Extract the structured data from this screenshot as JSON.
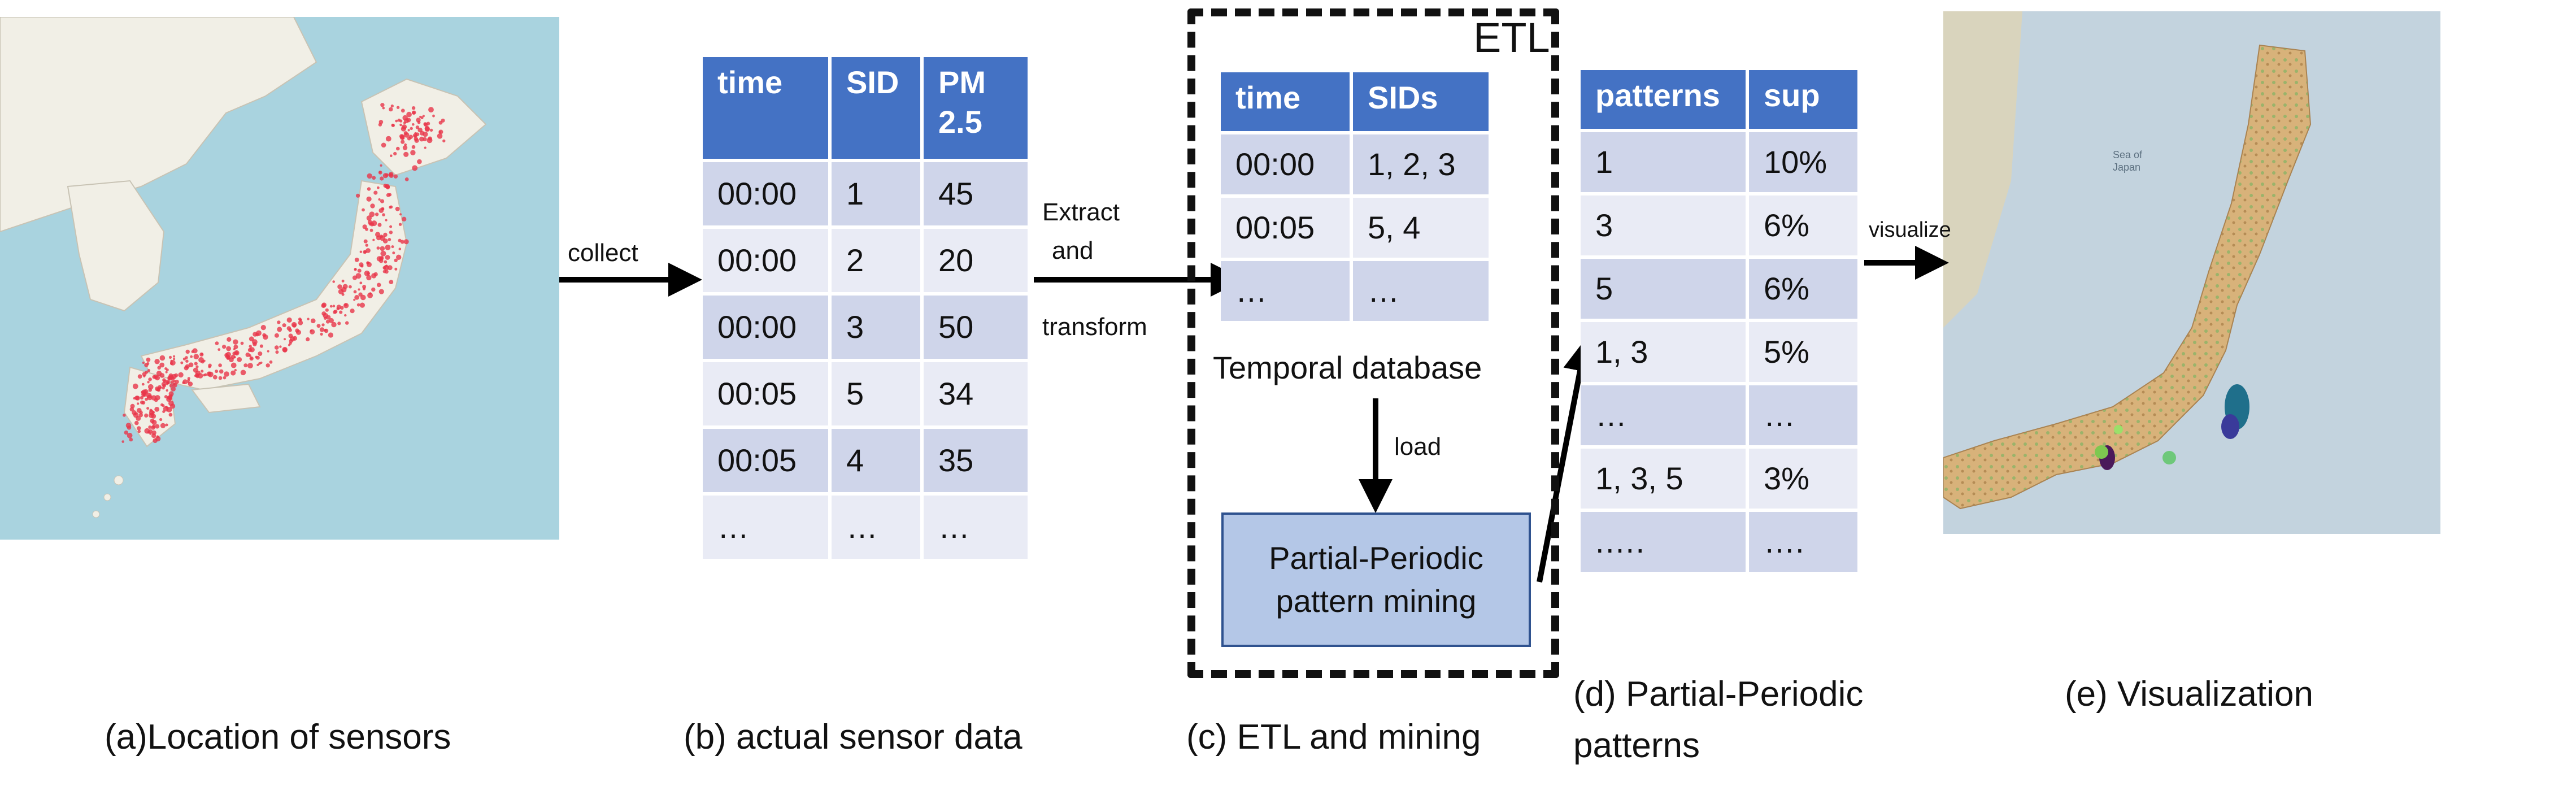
{
  "captions": {
    "a": "(a)Location of sensors",
    "b": "(b) actual sensor data",
    "c": "(c) ETL and mining",
    "d_line1": "(d) Partial-Periodic",
    "d_line2": "patterns",
    "e": "(e) Visualization"
  },
  "arrows": {
    "collect": "collect",
    "extract_1": "Extract",
    "extract_2": "and",
    "extract_3": "transform",
    "load": "load",
    "visualize": "visualize"
  },
  "sensor_table": {
    "headers": [
      "time",
      "SID",
      "PM 2.5"
    ],
    "rows": [
      [
        "00:00",
        "1",
        "45"
      ],
      [
        "00:00",
        "2",
        "20"
      ],
      [
        "00:00",
        "3",
        "50"
      ],
      [
        "00:05",
        "5",
        "34"
      ],
      [
        "00:05",
        "4",
        "35"
      ],
      [
        "…",
        "…",
        "…"
      ]
    ]
  },
  "etl": {
    "title": "ETL",
    "temporal_headers": [
      "time",
      "SIDs"
    ],
    "temporal_rows": [
      [
        "00:00",
        "1, 2, 3"
      ],
      [
        "00:05",
        "5, 4"
      ],
      [
        "…",
        "…"
      ]
    ],
    "database_label": "Temporal database",
    "mining_line1": "Partial-Periodic",
    "mining_line2": "pattern mining"
  },
  "patterns_table": {
    "headers": [
      "patterns",
      "sup"
    ],
    "rows": [
      [
        "1",
        "10%"
      ],
      [
        "3",
        "6%"
      ],
      [
        "5",
        "6%"
      ],
      [
        "1, 3",
        "5%"
      ],
      [
        "…",
        "…"
      ],
      [
        "1, 3, 5",
        "3%"
      ],
      [
        ".….",
        "…."
      ]
    ]
  },
  "colors": {
    "header_blue": "#4472c4",
    "row_dark": "#cfd5ea",
    "row_light": "#e9ebf5",
    "mining_fill": "#b4c7e7",
    "sea": "#a9d3df",
    "land": "#f1efe6",
    "sensor_dots": "#e8364a"
  }
}
